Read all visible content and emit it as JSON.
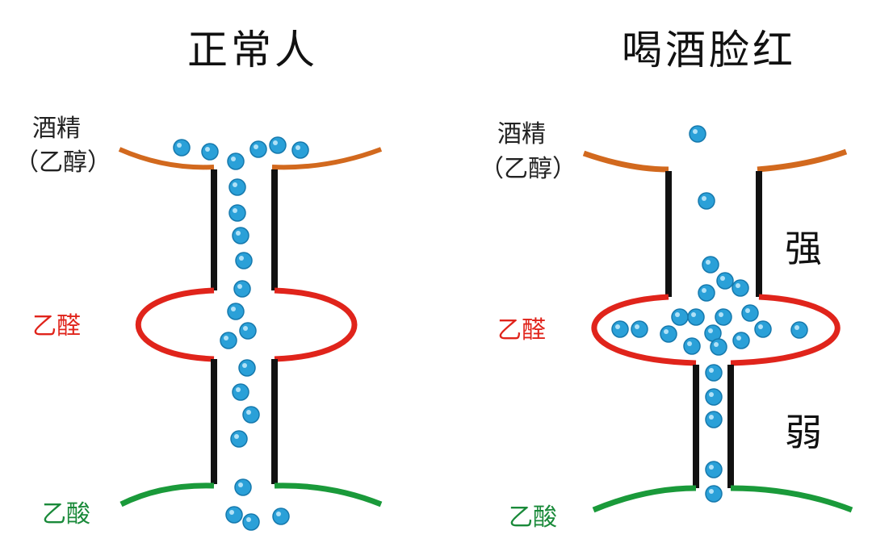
{
  "colors": {
    "alcohol": "#d2691e",
    "acetaldehyde": "#e0241b",
    "acetic": "#1a9a3a",
    "wall": "#111111",
    "molecule": "#2aa0d8"
  },
  "panels": [
    {
      "title": "正常人",
      "labels": {
        "alcohol_name": "酒精",
        "alcohol_chem": "（乙醇）",
        "acetaldehyde": "乙醛",
        "acetic_acid": "乙酸"
      }
    },
    {
      "title": "喝酒脸红",
      "labels": {
        "alcohol_name": "酒精",
        "alcohol_chem": "（乙醇）",
        "acetaldehyde": "乙醛",
        "acetic_acid": "乙酸"
      },
      "upper_strength": "强",
      "lower_strength": "弱"
    }
  ]
}
